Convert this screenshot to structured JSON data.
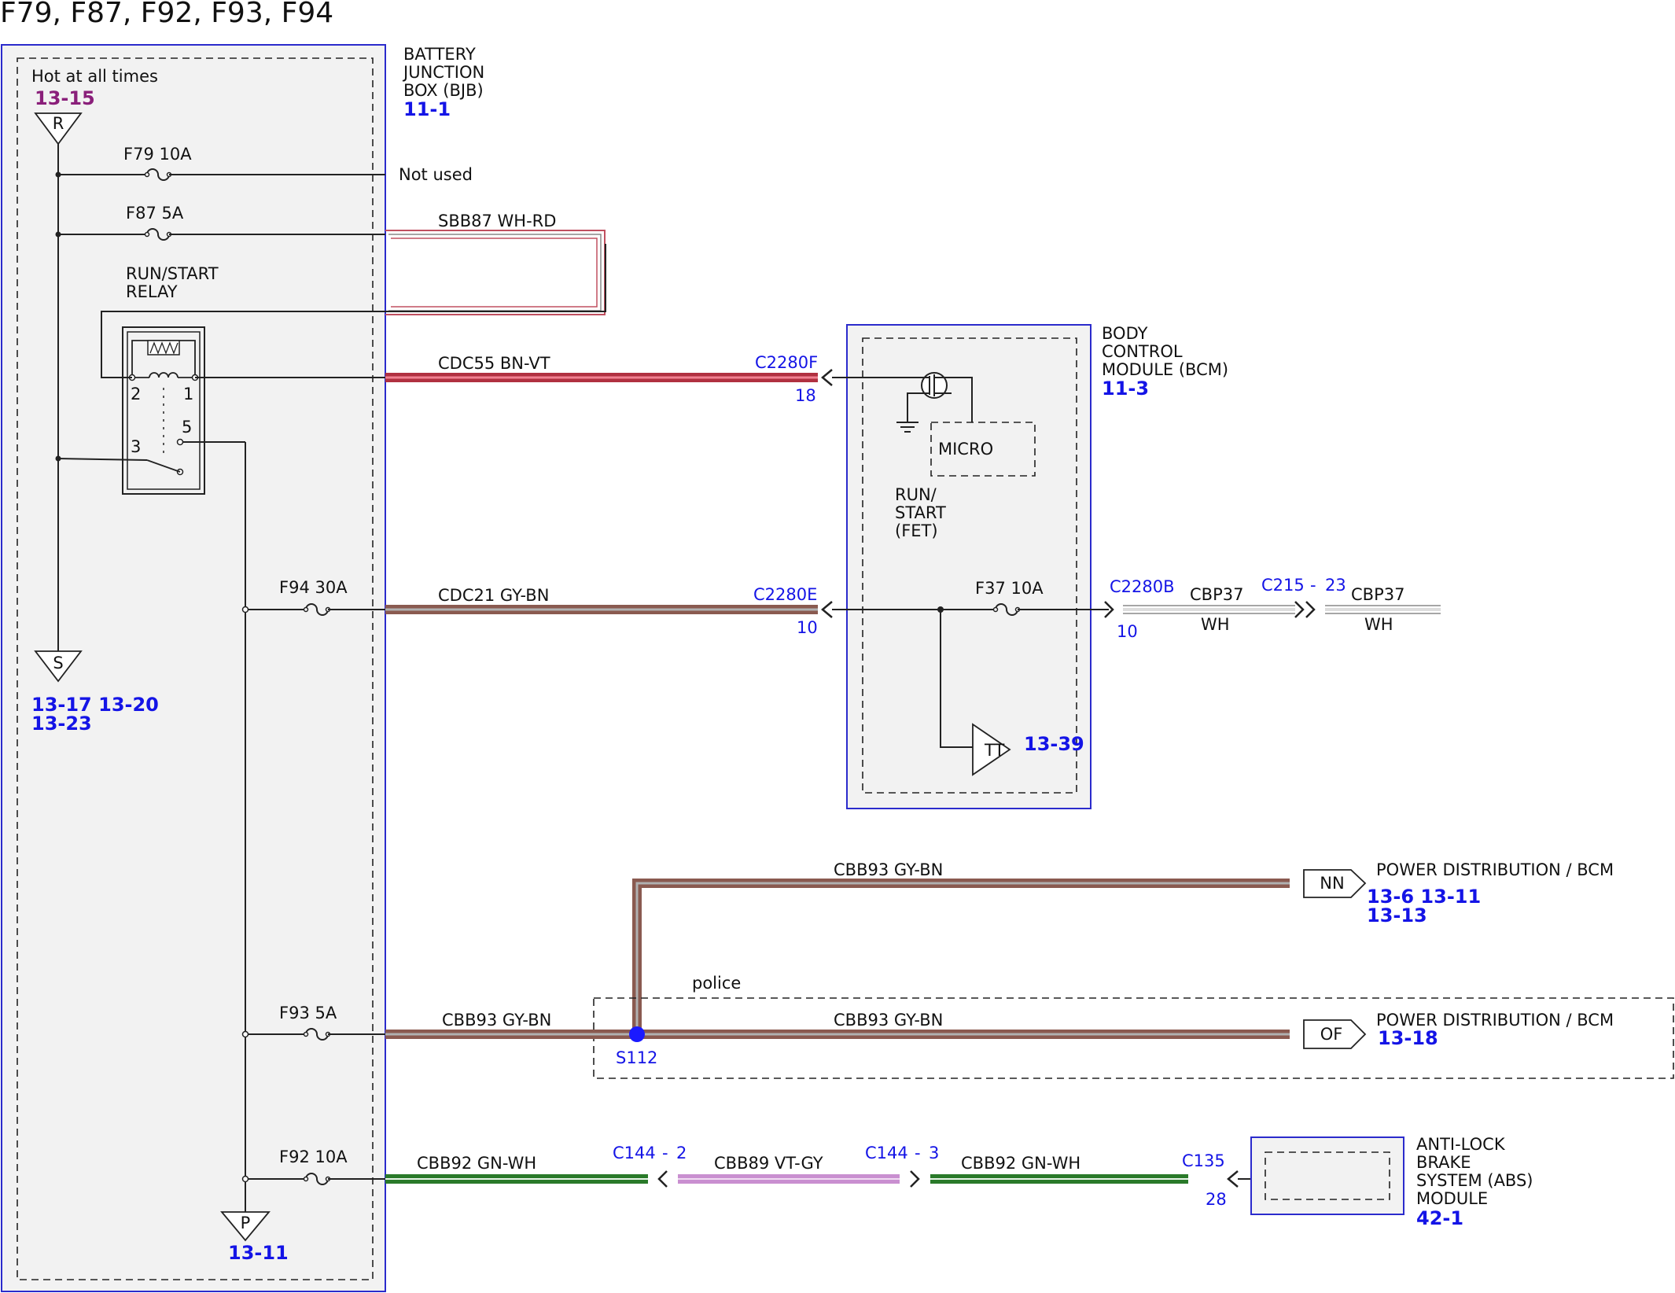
{
  "title": "F79, F87, F92, F93, F94",
  "colors": {
    "ref_blue": "#1414e6",
    "ref_purple": "#8a1f7a",
    "box_border": "#2b2bcc",
    "box_fill": "#f2f2f2",
    "wire_bn_vt": "#b03040",
    "wire_gy_bn": "#8a5a50",
    "wire_gn_wh": "#2a7a2a",
    "wire_vt_gy": "#c98fd0",
    "wire_wh_rd": "#c05060",
    "splice": "#1a1aff"
  },
  "bjb": {
    "name_lines": [
      "BATTERY",
      "JUNCTION",
      "BOX (BJB)"
    ],
    "ref": "11-1",
    "hot_label": "Hot at all times",
    "hot_ref": "13-15",
    "r_symbol": "R",
    "s_symbol": "S",
    "s_refs_line1": "13-17 13-20",
    "s_refs_line2": "13-23",
    "p_symbol": "P",
    "p_ref": "13-11",
    "relay_label_lines": [
      "RUN/START",
      "RELAY"
    ],
    "relay_pins": {
      "p2": "2",
      "p1": "1",
      "p3": "3",
      "p5": "5"
    }
  },
  "fuses": {
    "f79": "F79  10A",
    "f87": "F87  5A",
    "f94": "F94  30A",
    "f93": "F93  5A",
    "f92": "F92  10A",
    "f37": "F37  10A"
  },
  "not_used": "Not used",
  "wires": {
    "sbb87": "SBB87  WH-RD",
    "cdc55": "CDC55  BN-VT",
    "cdc21": "CDC21  GY-BN",
    "cbb93_top": "CBB93  GY-BN",
    "cbb93_left": "CBB93 GY-BN",
    "cbb93_right": "CBB93  GY-BN",
    "cbb92_left": "CBB92  GN-WH",
    "cbb89": "CBB89  VT-GY",
    "cbb92_right": "CBB92  GN-WH",
    "cbp37_a": "CBP37",
    "cbp37_a_color": "WH",
    "cbp37_b": "CBP37",
    "cbp37_b_color": "WH"
  },
  "connectors": {
    "c2280f": "C2280F",
    "c2280f_pin": "18",
    "c2280e": "C2280E",
    "c2280e_pin": "10",
    "c2280b": "C2280B",
    "c2280b_pin": "10",
    "c215": "C215",
    "c215_pin": "23",
    "c144_left": "C144",
    "c144_left_pin": "2",
    "c144_right": "C144",
    "c144_right_pin": "3",
    "c135": "C135",
    "c135_pin": "28",
    "dash": "-"
  },
  "bcm": {
    "name_lines": [
      "BODY",
      "CONTROL",
      "MODULE (BCM)"
    ],
    "ref": "11-3",
    "micro": "MICRO",
    "fet_lines": [
      "RUN/",
      "START",
      "(FET)"
    ],
    "tt_symbol": "TT",
    "tt_ref": "13-39"
  },
  "splice": {
    "name": "S112"
  },
  "police_label": "police",
  "power_dist": {
    "nn_symbol": "NN",
    "nn_label": "POWER DISTRIBUTION / BCM",
    "nn_refs_line1": "13-6  13-11",
    "nn_refs_line2": "13-13",
    "of_symbol": "OF",
    "of_label": "POWER DISTRIBUTION / BCM",
    "of_ref": "13-18"
  },
  "abs": {
    "name_lines": [
      "ANTI-LOCK",
      "BRAKE",
      "SYSTEM (ABS)",
      "MODULE"
    ],
    "ref": "42-1"
  }
}
